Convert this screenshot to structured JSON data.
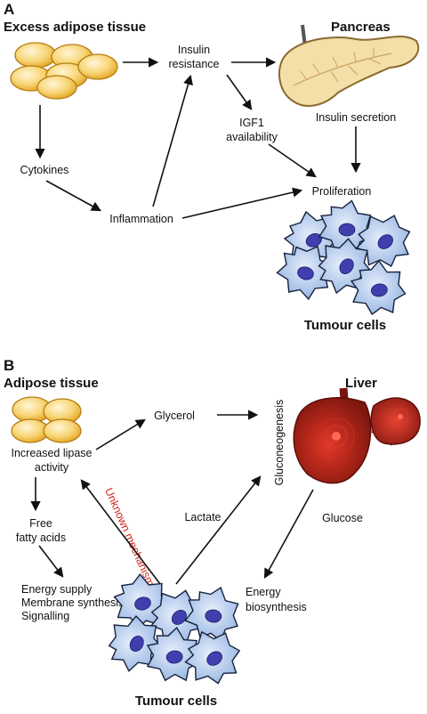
{
  "panel_a": {
    "letter": "A",
    "adipose_title": "Excess adipose tissue",
    "pancreas_title": "Pancreas",
    "insulin_resistance": [
      "Insulin",
      "resistance"
    ],
    "igf1": [
      "IGF1",
      "availability"
    ],
    "insulin_secretion": "Insulin secretion",
    "cytokines": "Cytokines",
    "inflammation": "Inflammation",
    "proliferation": "Proliferation",
    "tumour_title": "Tumour cells"
  },
  "panel_b": {
    "letter": "B",
    "adipose_title": "Adipose tissue",
    "liver_title": "Liver",
    "lipase": [
      "Increased lipase",
      "activity"
    ],
    "glycerol": "Glycerol",
    "gluconeogenesis": "Gluconeogenesis",
    "unknown_mechanism": "Unknown mechanism",
    "free_fatty_acids": [
      "Free",
      "fatty acids"
    ],
    "energy_supply": [
      "Energy supply",
      "Membrane synthesis",
      "Signalling"
    ],
    "lactate": "Lactate",
    "glucose": "Glucose",
    "energy_biosynthesis": [
      "Energy",
      "biosynthesis"
    ],
    "tumour_title": "Tumour cells"
  },
  "colors": {
    "adipocyte": "#f5c451",
    "tumour_cell": "#a7c0e6",
    "nucleus": "#3f3fae",
    "liver": "#8e1d14",
    "pancreas": "#f3dfa8",
    "highlight_text": "#d42a1e"
  }
}
